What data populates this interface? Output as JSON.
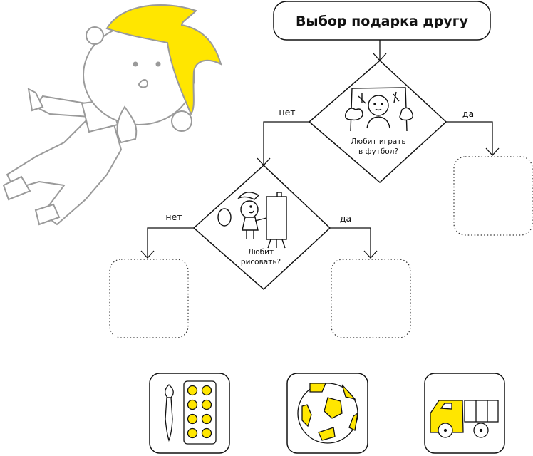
{
  "title": "Выбор подарка другу",
  "decision1": {
    "line1": "Любит играть",
    "line2": "в футбол?",
    "no_label": "нет",
    "yes_label": "да"
  },
  "decision2": {
    "line1": "Любит",
    "line2": "рисовать?",
    "no_label": "нет",
    "yes_label": "да"
  },
  "gift_options": [
    {
      "icon": "paint-set-icon"
    },
    {
      "icon": "soccer-ball-icon"
    },
    {
      "icon": "toy-truck-icon"
    }
  ],
  "colors": {
    "accent": "#FFE600",
    "line": "#111111",
    "character": "#9a9a9a"
  }
}
